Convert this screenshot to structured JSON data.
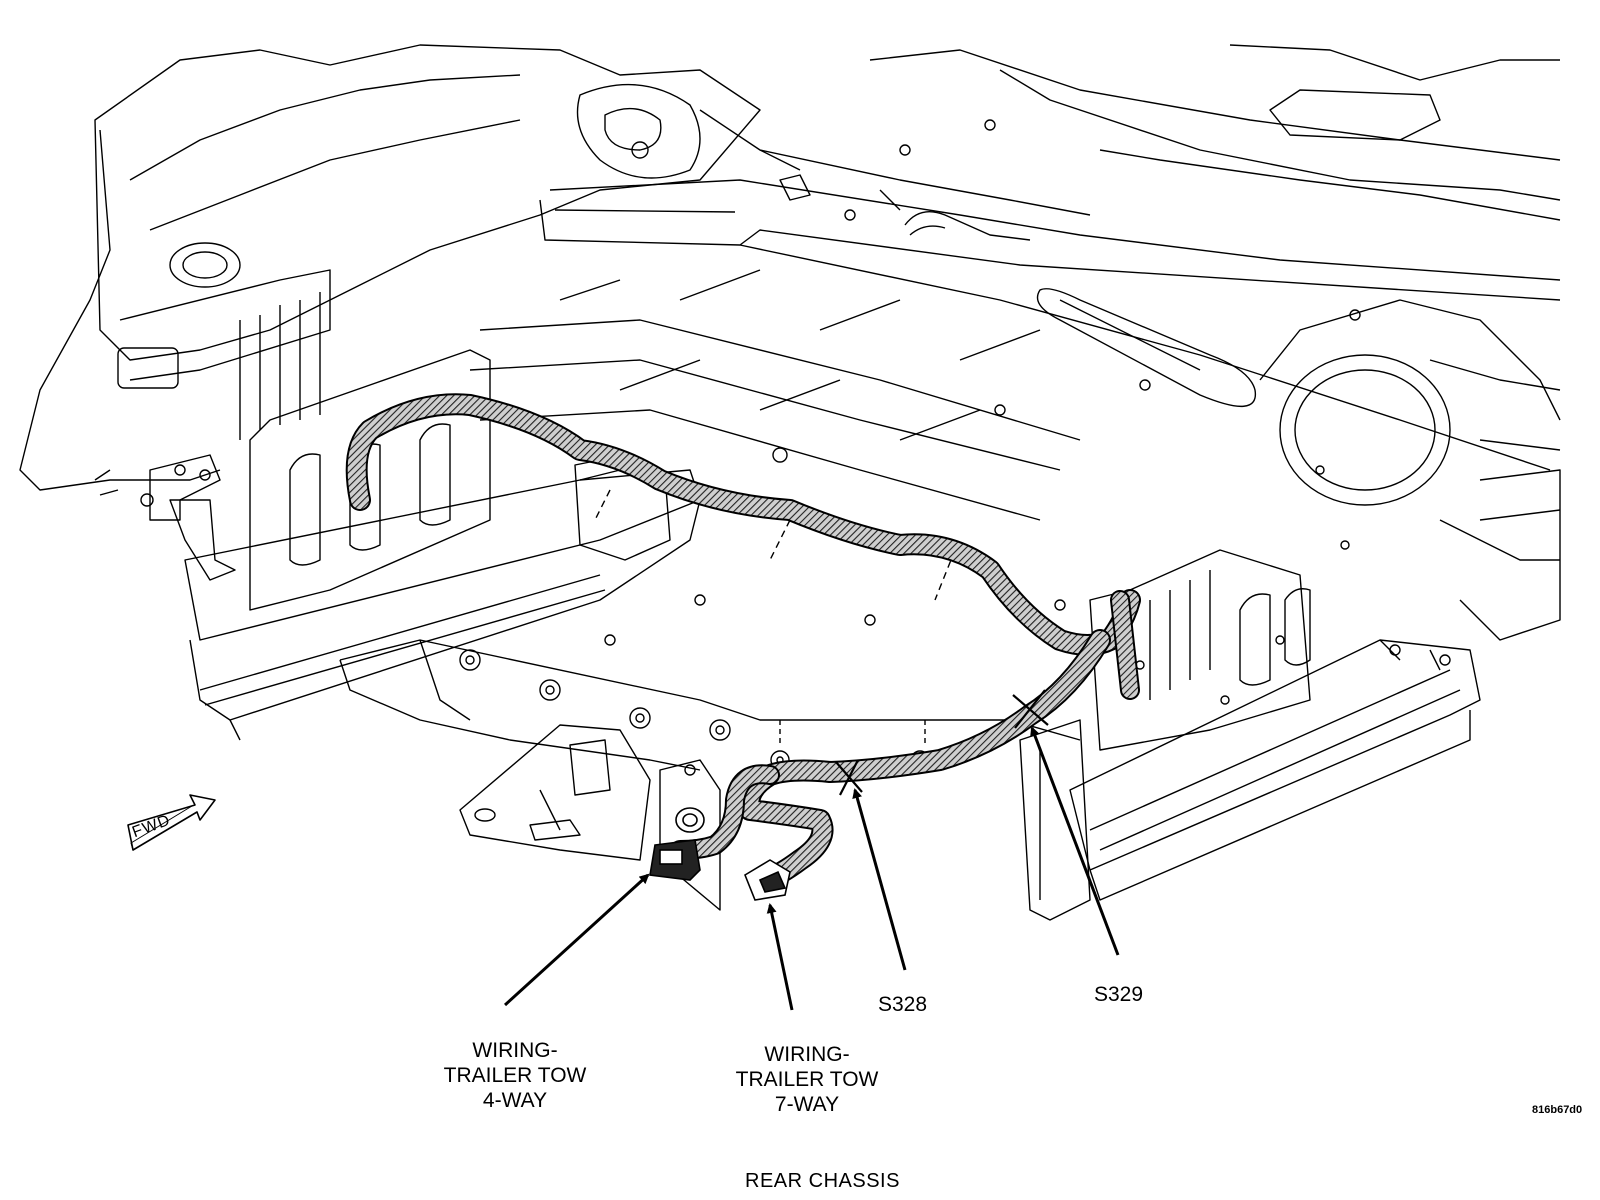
{
  "figure_code": "816b67d0",
  "caption": "REAR CHASSIS",
  "direction_marker": "FWD",
  "callouts": {
    "s328": "S328",
    "s329": "S329",
    "tow4": [
      "WIRING-",
      "TRAILER TOW",
      "4-WAY"
    ],
    "tow7": [
      "WIRING-",
      "TRAILER TOW",
      "7-WAY"
    ]
  }
}
